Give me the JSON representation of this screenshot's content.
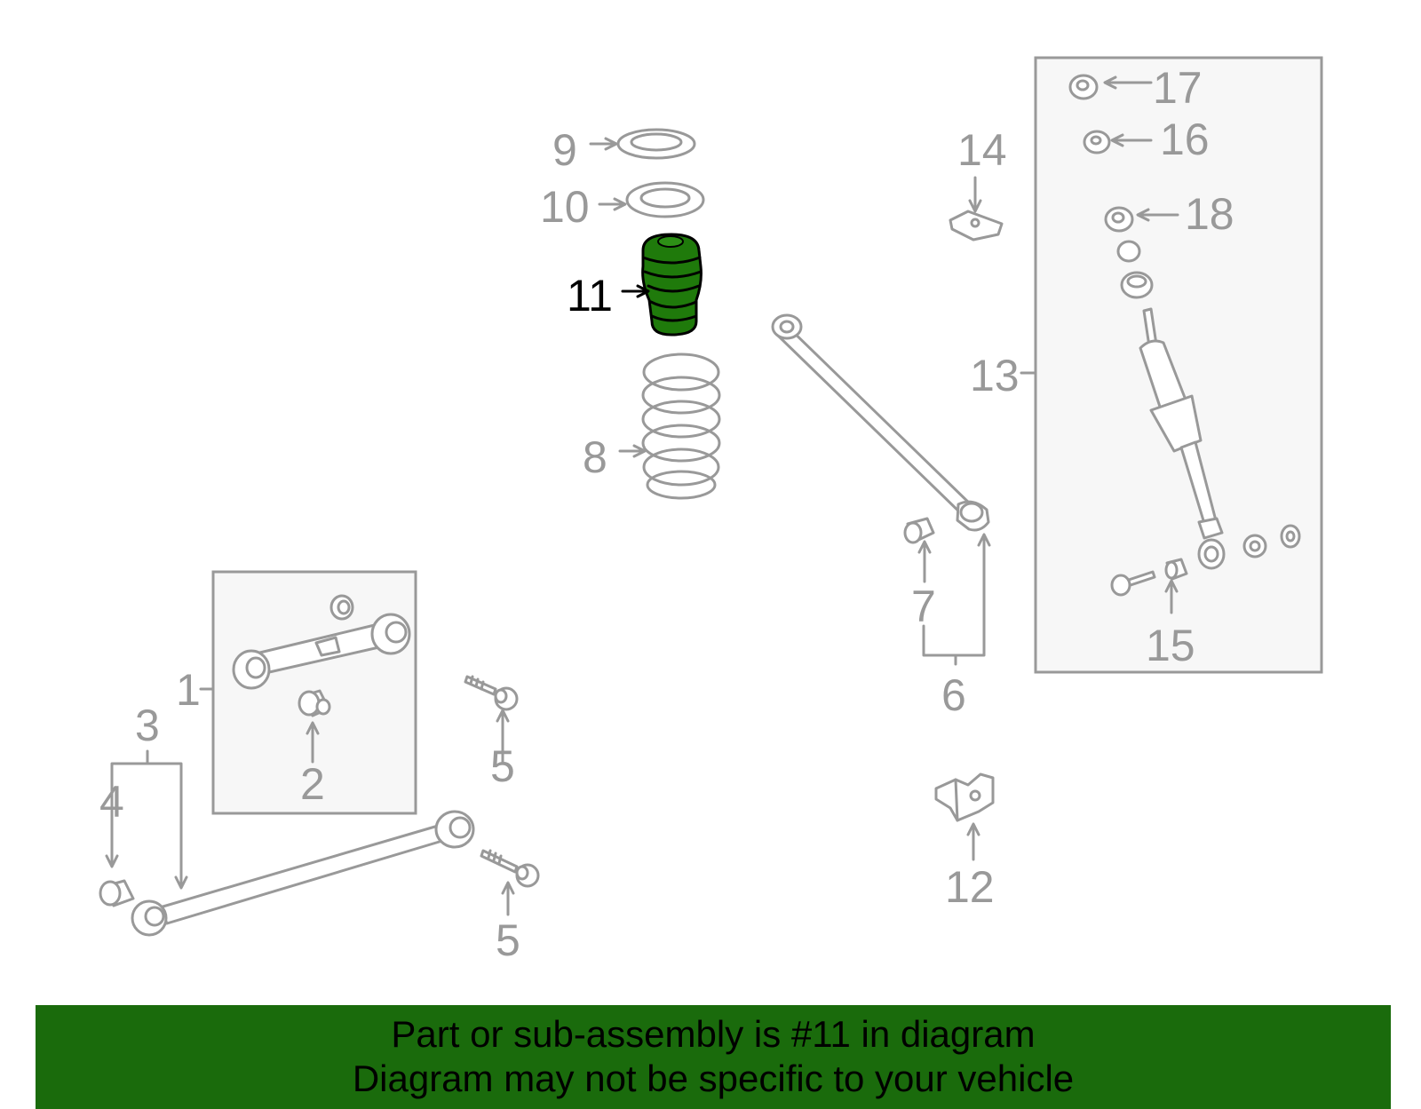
{
  "colors": {
    "line": "#999999",
    "highlight_part": "#1f7a0b",
    "highlight_text": "#000000",
    "banner_bg": "#1a6b0c",
    "subassembly_box": "#f7f7f7"
  },
  "highlighted_part": "11",
  "callouts": {
    "c1": "1",
    "c2": "2",
    "c3": "3",
    "c4": "4",
    "c5a": "5",
    "c5b": "5",
    "c6": "6",
    "c7": "7",
    "c8": "8",
    "c9": "9",
    "c10": "10",
    "c11": "11",
    "c12": "12",
    "c13": "13",
    "c14": "14",
    "c15": "15",
    "c16": "16",
    "c17": "17",
    "c18": "18"
  },
  "banner": {
    "line1": "Part or sub-assembly is #11 in diagram",
    "line2": "Diagram may not be specific to your vehicle"
  }
}
